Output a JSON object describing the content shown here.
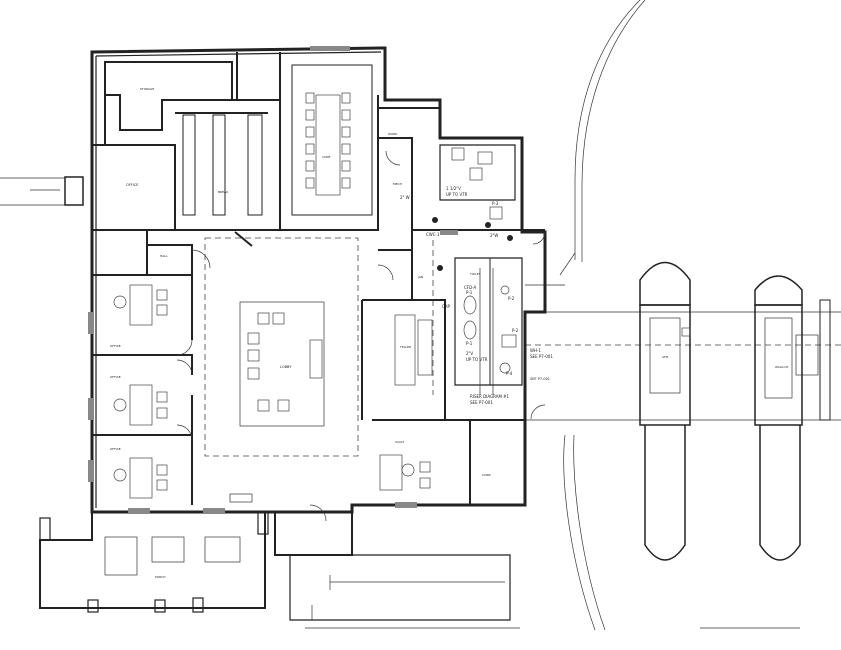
{
  "plan": {
    "labels": {
      "lobby": "LOBBY",
      "mgr_office": "OFFICE",
      "office1": "OFFICE",
      "office2": "OFFICE",
      "office3": "OFFICE",
      "conference": "CONF",
      "break_room": "BREAK",
      "storage": "STORAGE",
      "hall": "HALL",
      "workroom": "WORK",
      "restroom": "TOILET",
      "mech": "MECH",
      "janitor": "JAN",
      "teller": "TELLER",
      "vault": "VAULT",
      "porch": "PORCH",
      "atm": "ATM",
      "walkup": "WALK-UP",
      "corridor": "CORR",
      "dn_vtr_1": "1 1/2\"V",
      "dn_vtr_2": "UP TO VTR",
      "pipe_2w": "2\" W",
      "pipe_2w2": "2\"W",
      "cwc": "CWC-1",
      "p1": "P-1",
      "p2": "P-2",
      "p3": "P-3",
      "p4": "P-4",
      "ep1": "P-1",
      "cfd": "CFD-A",
      "vtr": "2\"V",
      "vtr_up": "UP TO VTR",
      "riser": "RISER DIAGRAM #1",
      "riser_see": "SEE P7-001",
      "wh": "WH-1",
      "wh_see": "SEE P7-001",
      "ref_note": "SEE P7-001",
      "cap": "CAP"
    }
  }
}
